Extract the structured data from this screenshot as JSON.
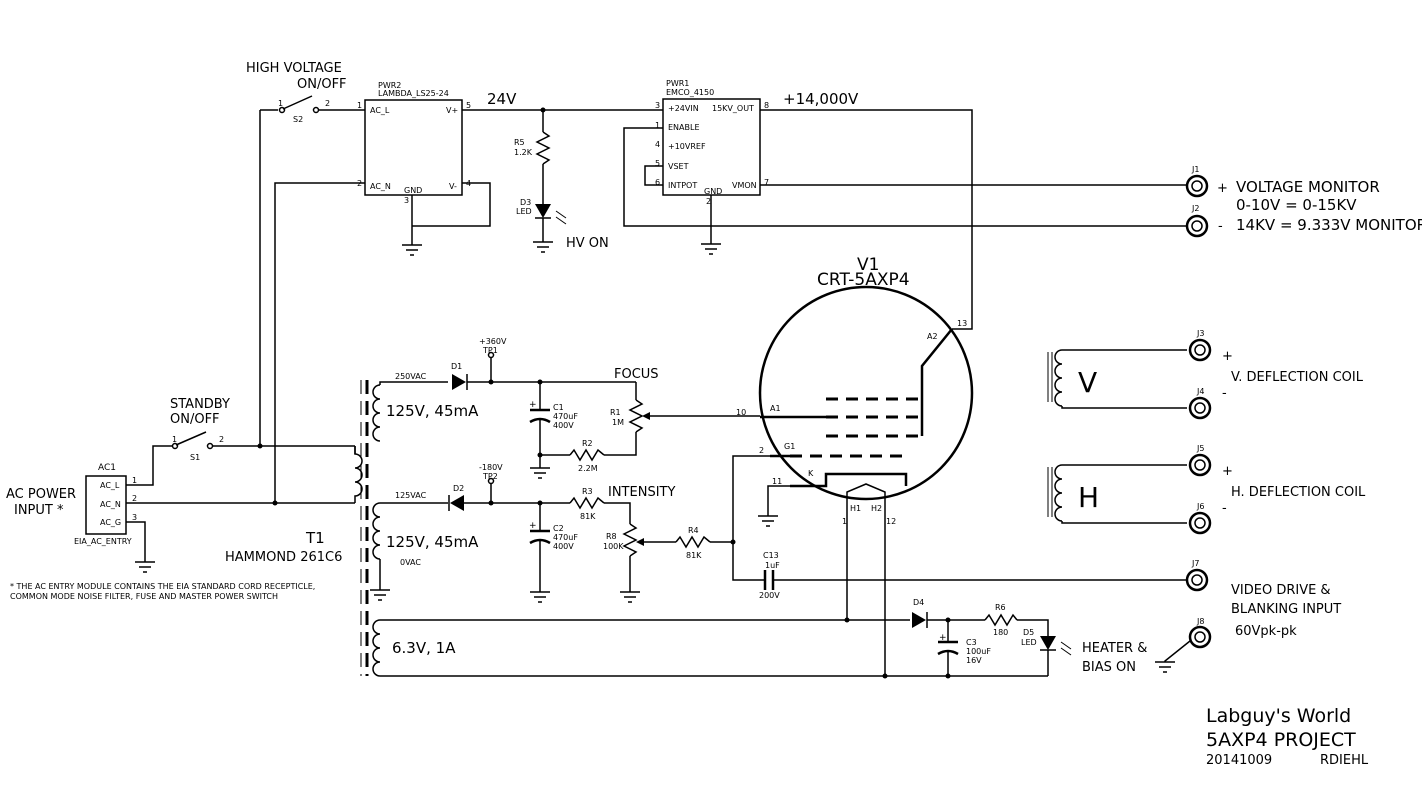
{
  "title_block": {
    "line1": "Labguy's World",
    "line2": "5AXP4 PROJECT",
    "date": "20141009",
    "author": "RDIEHL"
  },
  "ac_input": {
    "label1": "AC POWER",
    "label2": "INPUT *",
    "ref": "AC1",
    "part": "EIA_AC_ENTRY",
    "pins": [
      "AC_L",
      "AC_N",
      "AC_G"
    ],
    "pin_nums": [
      "1",
      "2",
      "3"
    ],
    "footnote1": "* THE AC ENTRY MODULE CONTAINS THE EIA STANDARD CORD RECEPTICLE,",
    "footnote2": "COMMON MODE NOISE FILTER, FUSE AND MASTER POWER SWITCH"
  },
  "switches": {
    "standby": {
      "label1": "STANDBY",
      "label2": "ON/OFF",
      "ref": "S1",
      "p1": "1",
      "p2": "2"
    },
    "hv": {
      "label1": "HIGH VOLTAGE",
      "label2": "ON/OFF",
      "ref": "S2",
      "p1": "1",
      "p2": "2"
    }
  },
  "pwr2": {
    "ref": "PWR2",
    "part": "LAMBDA_LS25-24",
    "pins": {
      "acl": "AC_L",
      "acn": "AC_N",
      "vp": "V+",
      "vm": "V-",
      "gnd": "GND"
    },
    "nums": {
      "acl": "1",
      "acn": "2",
      "vp": "5",
      "vm": "4",
      "gnd": "3"
    },
    "net": "24V"
  },
  "pwr1": {
    "ref": "PWR1",
    "part": "EMCO_4150",
    "pins": {
      "vin": "+24VIN",
      "en": "ENABLE",
      "ref10": "+10VREF",
      "vset": "VSET",
      "intpot": "INTPOT",
      "gnd": "GND",
      "out": "15KV_OUT",
      "vmon": "VMON"
    },
    "nums": {
      "vin": "3",
      "en": "1",
      "ref10": "4",
      "vset": "5",
      "intpot": "6",
      "gnd": "2",
      "out": "8",
      "vmon": "7"
    },
    "net": "+14,000V"
  },
  "r5": {
    "ref": "R5",
    "value": "1.2K"
  },
  "d3": {
    "ref": "D3",
    "type": "LED",
    "label": "HV ON"
  },
  "monitor": {
    "j1": "J1",
    "j2": "J2",
    "plus": "+",
    "minus": "-",
    "line1": "VOLTAGE MONITOR",
    "line2": "0-10V = 0-15KV",
    "line3": "14KV = 9.333V MONITOR"
  },
  "crt": {
    "ref": "V1",
    "part": "CRT-5AXP4",
    "pins": {
      "a2": "A2",
      "a1": "A1",
      "g1": "G1",
      "k": "K",
      "h1": "H1",
      "h2": "H2"
    },
    "nums": {
      "a2": "13",
      "a1": "10",
      "g1": "2",
      "k": "11",
      "h1": "1",
      "h2": "12"
    }
  },
  "transformer": {
    "ref": "T1",
    "part": "HAMMOND 261C6",
    "sec1": "125V, 45mA",
    "sec2": "125V, 45mA",
    "sec3": "6.3V, 1A",
    "tap1": "250VAC",
    "tap2": "125VAC",
    "tap3": "0VAC"
  },
  "d1": {
    "ref": "D1"
  },
  "d2": {
    "ref": "D2"
  },
  "d4": {
    "ref": "D4"
  },
  "tp1": {
    "ref": "TP1",
    "value": "+360V"
  },
  "tp2": {
    "ref": "TP2",
    "value": "-180V"
  },
  "c1": {
    "ref": "C1",
    "value": "470uF",
    "volt": "400V",
    "plus": "+"
  },
  "c2": {
    "ref": "C2",
    "value": "470uF",
    "volt": "400V",
    "plus": "+"
  },
  "c3": {
    "ref": "C3",
    "value": "100uF",
    "volt": "16V",
    "plus": "+"
  },
  "c13": {
    "ref": "C13",
    "value": "1uF",
    "volt": "200V"
  },
  "r1": {
    "ref": "R1",
    "value": "1M",
    "label": "FOCUS"
  },
  "r2": {
    "ref": "R2",
    "value": "2.2M"
  },
  "r3": {
    "ref": "R3",
    "value": "81K"
  },
  "r4": {
    "ref": "R4",
    "value": "81K"
  },
  "r6": {
    "ref": "R6",
    "value": "180"
  },
  "r8": {
    "ref": "R8",
    "value": "100K",
    "label": "INTENSITY"
  },
  "d5": {
    "ref": "D5",
    "type": "LED",
    "label1": "HEATER &",
    "label2": "BIAS ON"
  },
  "deflection": {
    "v": {
      "letter": "V",
      "j_plus": "J3",
      "j_minus": "J4",
      "label": "V. DEFLECTION COIL",
      "plus": "+",
      "minus": "-"
    },
    "h": {
      "letter": "H",
      "j_plus": "J5",
      "j_minus": "J6",
      "label": "H. DEFLECTION COIL",
      "plus": "+",
      "minus": "-"
    }
  },
  "video": {
    "j7": "J7",
    "j8": "J8",
    "line1": "VIDEO DRIVE &",
    "line2": "BLANKING INPUT",
    "line3": "60Vpk-pk"
  }
}
